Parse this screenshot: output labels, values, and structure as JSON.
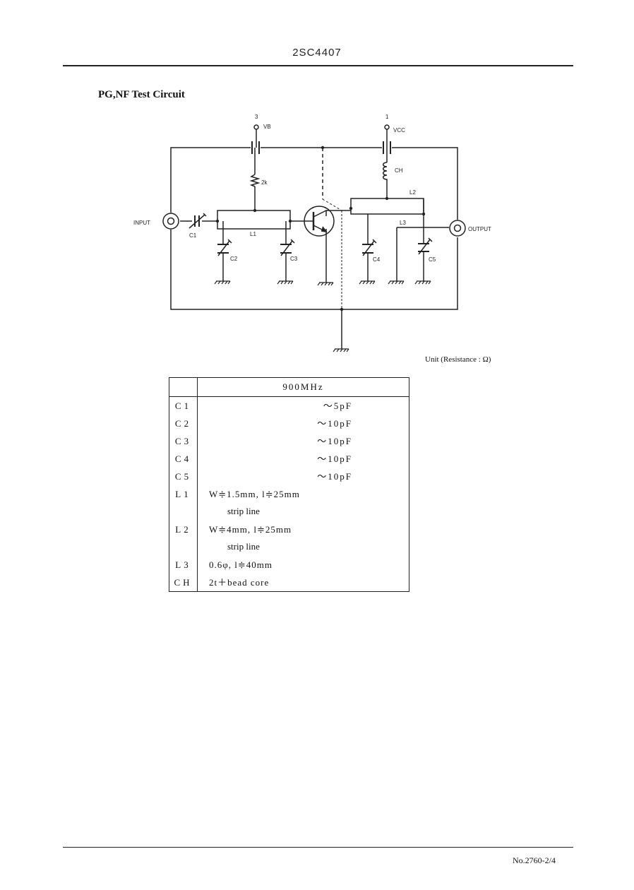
{
  "header": {
    "part_number": "2SC4407"
  },
  "section": {
    "title": "PG,NF Test Circuit"
  },
  "circuit": {
    "vb_pin": "3",
    "vb_label": "VB",
    "vcc_pin": "1",
    "vcc_label": "VCC",
    "resistor_label": "2k",
    "choke_label": "CH",
    "input_label": "INPUT",
    "output_label": "OUTPUT",
    "c1_label": "C1",
    "c2_label": "C2",
    "c3_label": "C3",
    "c4_label": "C4",
    "c5_label": "C5",
    "l1_label": "L1",
    "l2_label": "L2",
    "l3_label": "L3"
  },
  "unit_note": "Unit (Resistance : Ω)",
  "table": {
    "header_value": "900MHz",
    "rows": [
      {
        "ref": "C1",
        "value": "～5pF"
      },
      {
        "ref": "C2",
        "value": "～10pF"
      },
      {
        "ref": "C3",
        "value": "～10pF"
      },
      {
        "ref": "C4",
        "value": "～10pF"
      },
      {
        "ref": "C5",
        "value": "～10pF"
      },
      {
        "ref": "L1",
        "value": "W≑1.5mm, l≑25mm",
        "sub": "strip line"
      },
      {
        "ref": "L2",
        "value": "W≑4mm, l≑25mm",
        "sub": "strip line"
      },
      {
        "ref": "L3",
        "value": "0.6φ, l≑40mm"
      },
      {
        "ref": "CH",
        "value": "2t＋bead core"
      }
    ]
  },
  "footer": {
    "page_number": "No.2760-2/4"
  }
}
